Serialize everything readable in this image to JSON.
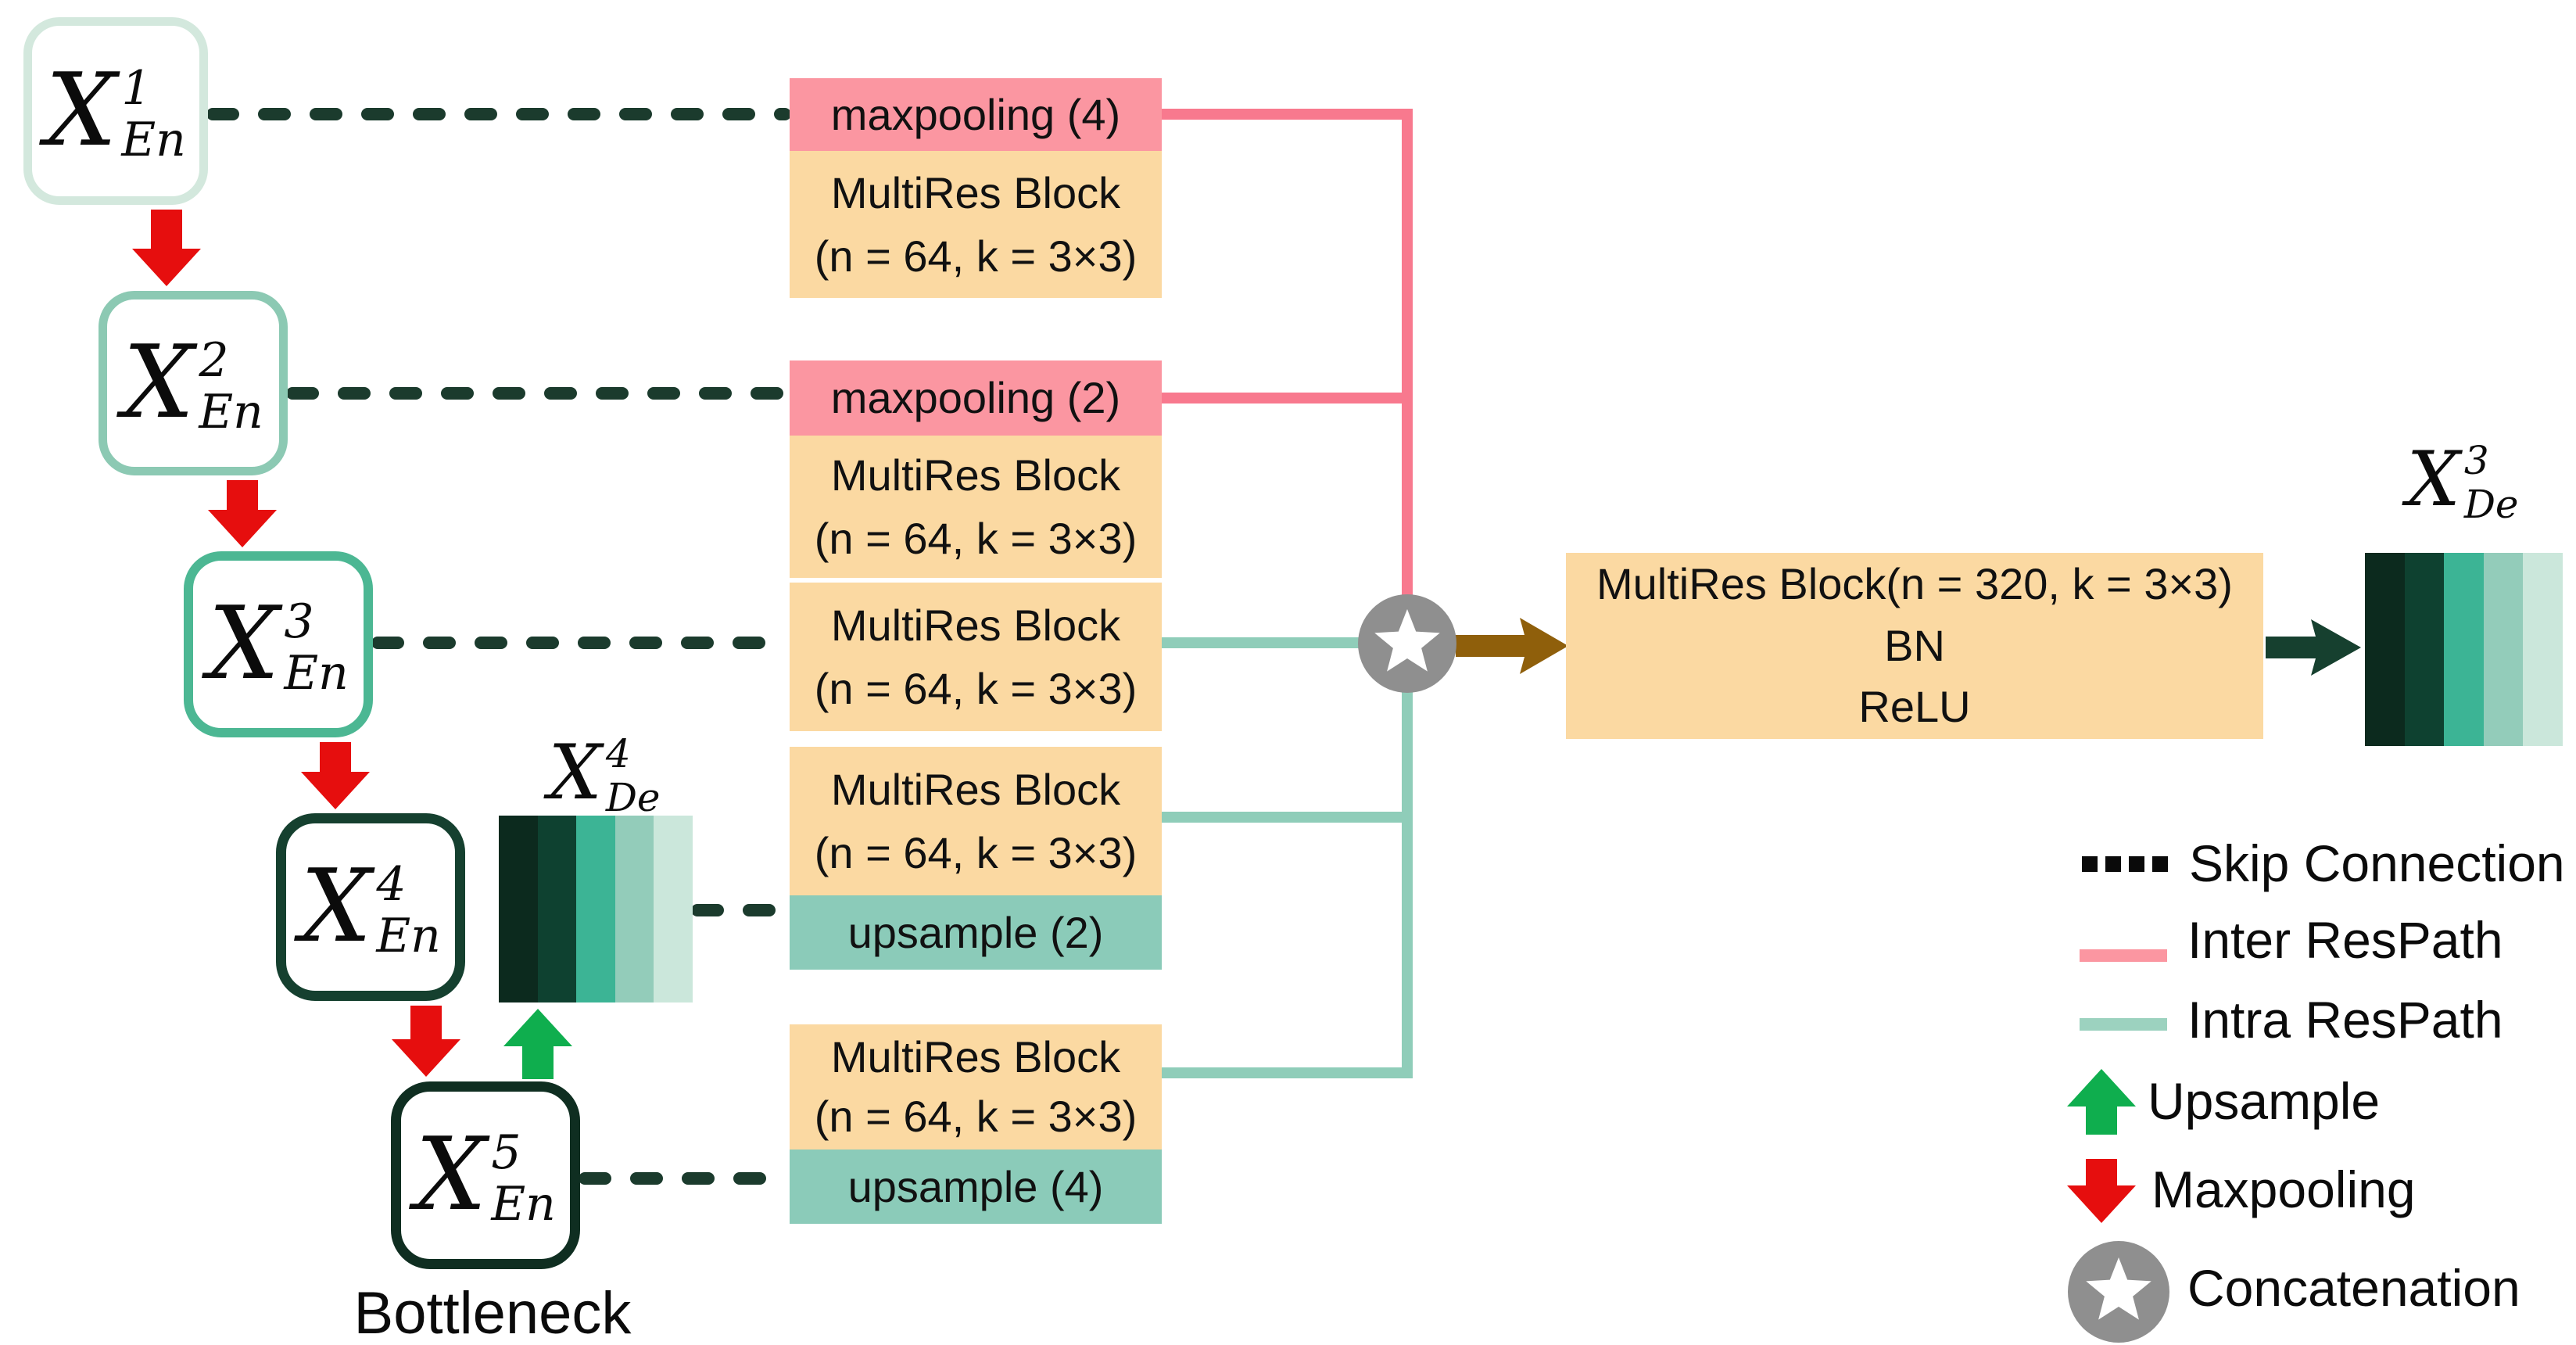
{
  "encoder_nodes": [
    {
      "base": "X",
      "sup": "1",
      "sub": "En"
    },
    {
      "base": "X",
      "sup": "2",
      "sub": "En"
    },
    {
      "base": "X",
      "sup": "3",
      "sub": "En"
    },
    {
      "base": "X",
      "sup": "4",
      "sub": "En"
    },
    {
      "base": "X",
      "sup": "5",
      "sub": "En"
    }
  ],
  "decoder_labels": [
    {
      "base": "X",
      "sup": "4",
      "sub": "De"
    },
    {
      "base": "X",
      "sup": "3",
      "sub": "De"
    }
  ],
  "bottleneck_caption": "Bottleneck",
  "respath_blocks": {
    "b1": {
      "header": "maxpooling (4)",
      "line1": "MultiRes Block",
      "line2": "(n = 64, k = 3×3)"
    },
    "b2": {
      "header": "maxpooling (2)",
      "line1": "MultiRes Block",
      "line2": "(n = 64, k = 3×3)"
    },
    "b3": {
      "line1": "MultiRes Block",
      "line2": "(n = 64, k = 3×3)"
    },
    "b4": {
      "line1": "MultiRes Block",
      "line2": "(n = 64, k = 3×3)",
      "footer": "upsample (2)"
    },
    "b5": {
      "line1": "MultiRes Block",
      "line2": "(n = 64, k = 3×3)",
      "footer": "upsample (4)"
    }
  },
  "decoder_block": {
    "line1": "MultiRes Block(n = 320, k = 3×3)",
    "line2": "BN",
    "line3": "ReLU"
  },
  "legend": {
    "skip": "Skip Connection",
    "inter": "Inter ResPath",
    "intra": "Intra ResPath",
    "upsample": "Upsample",
    "maxpooling": "Maxpooling",
    "concatenation": "Concatenation"
  },
  "colors": {
    "pink_fill": "#FB96A1",
    "pink_line": "#F8798E",
    "yellow_fill": "#FBD9A2",
    "teal_fill": "#8BCBB9",
    "teal_line": "#8FCDB9",
    "skip_line": "#1B3B2D",
    "legend_dash": "#0A0A0A",
    "red_arrow": "#E60E0E",
    "green_arrow": "#0FAE4E",
    "brown_arrow": "#8F5F0B",
    "dark_green_arrow": "#16402F",
    "concat_gray": "#8F8F8F",
    "node_borders": [
      "#D3E8DD",
      "#8CC9B3",
      "#4CB793",
      "#15402F",
      "#0F2E21"
    ],
    "stripes": [
      "#0C2A1E",
      "#0E4130",
      "#3CB495",
      "#93CCBA",
      "#CBE7DB"
    ]
  }
}
